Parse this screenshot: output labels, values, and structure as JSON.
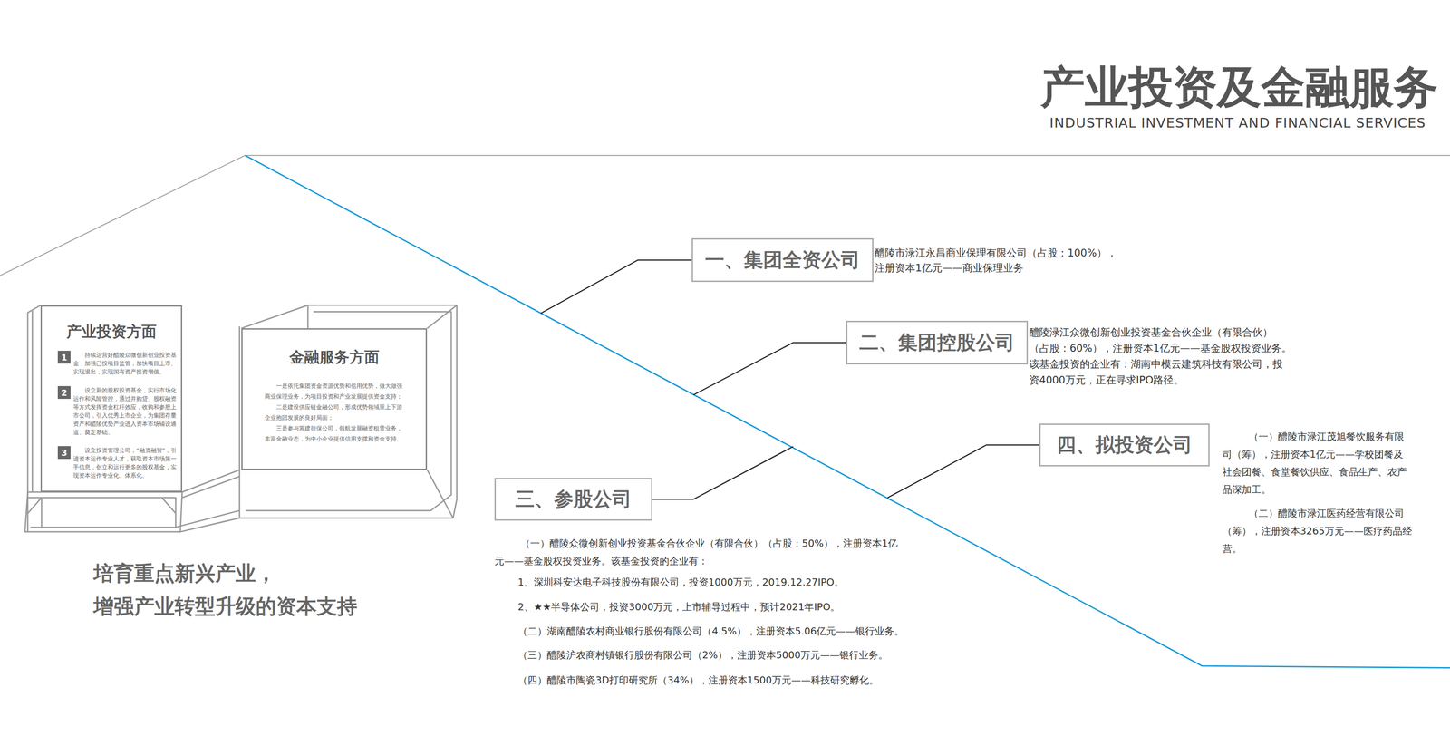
{
  "diagram": {
    "title": "产业投资及金融服务",
    "nodes": [
      {
        "text": [
          "产业投资方面",
          "持续运营好醴陵众微创新创业投资基金，加强已投项目监管，加快项目上市、实现退出，实现国有资产投资增值。",
          "设立新的股权投资基金，实行市场化运作和风险管控，通过并购贷、股权融资等方式发挥资金杠杆效应，收购和参股上市公司，引入优秀上市企业，为集团存量资产和醴陵优势产业进入资本市场铺设通道、奠定基础。",
          "设立投资管理公司，“融资融智”，引进资本运作专业人才，获取资本市场第一手信息，创立和运行更多的股权基金，实现资本运作专业化、体系化。"
        ]
      },
      {
        "text": [
          "1"
        ],
        "in": 0
      },
      {
        "text": [
          "2"
        ],
        "in": 0
      },
      {
        "text": [
          "3"
        ],
        "in": 0
      },
      {
        "text": [
          "金融服务方面",
          "一是依托集团资金资源优势和信用优势，做大做强商业保理业务，为项目投资和产业发展提供资金支持；",
          "二是建设供应链金融公司，形成优势领域重上下游企业抱团发展的良好局面；",
          "三是参与筹建担保公司，领航发展融资租赁业务，丰富金融业态，为中小企业提供信用支撑和资金支持。"
        ]
      },
      {
        "text": [
          "一、集团全资公司"
        ]
      },
      {
        "text": [
          "二、集团控股公司"
        ]
      },
      {
        "text": [
          "三、参股公司"
        ]
      },
      {
        "text": [
          "四、拟投资公司"
        ]
      }
    ],
    "labels": [
      "INDUSTRIAL INVESTMENT AND FINANCIAL SERVICES",
      "醴陵市渌江永昌商业保理有限公司（占股：100%）， 注册资本1亿元——商业保理业务",
      "醴陵渌江众微创新创业投资基金合伙企业（有限合伙） （占股：60%），注册资本1亿元——基金股权投资业务。 该基金投资的企业有：湖南中模云建筑科技有限公司，投 资4000万元，正在寻求IPO路径。",
      "（一）醴陵众微创新创业投资基金合伙企业（有限合伙）（占股：50%），注册资本1亿 元——基金股权投资业务。该基金投资的企业有：",
      "1、深圳科安达电子科技股份有限公司，投资1000万元，2019.12.27IPO。",
      "2、★★半导体公司，投资3000万元，上市辅导过程中，预计2021年IPO。",
      "（二）湖南醴陵农村商业银行股份有限公司（4.5%），注册资本5.06亿元——银行业务。",
      "（三）醴陵沪农商村镇银行股份有限公司（2%），注册资本5000万元——银行业务。",
      "（四）醴陵市陶瓷3D打印研究所（34%），注册资本1500万元——科技研究孵化。",
      "（一）醴陵市渌江茂旭餐饮服务有限 司（筹），注册资本1亿元——学校团餐及 社会团餐、食堂餐饮供应、食品生产、农产 品深加工。",
      "（二）醴陵市渌江医药经营有限公司 （筹），注册资本3265万元——医疗药品经 营。",
      "培育重点新兴产业， 增强产业转型升级的资本支持"
    ]
  }
}
